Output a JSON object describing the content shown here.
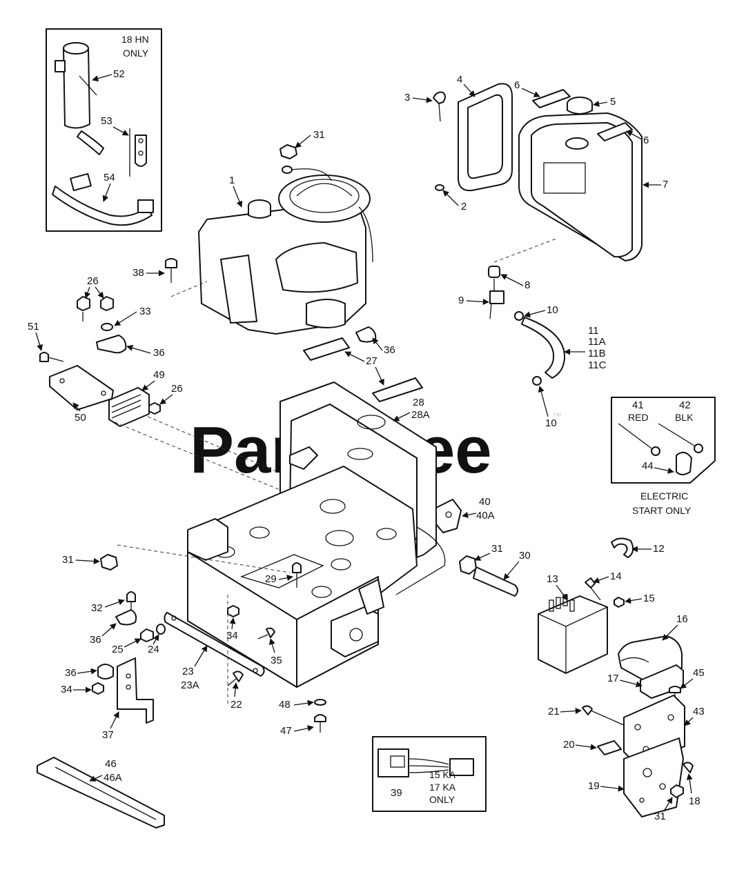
{
  "watermark": "PartsTree",
  "trademark": "™",
  "labels": [
    "1",
    "2",
    "3",
    "4",
    "5",
    "6",
    "6",
    "7",
    "8",
    "9",
    "10",
    "10",
    "11",
    "11A",
    "11B",
    "11C",
    "12",
    "13",
    "14",
    "15",
    "16",
    "17",
    "18",
    "19",
    "20",
    "21",
    "22",
    "23",
    "23A",
    "24",
    "25",
    "26",
    "26",
    "27",
    "28",
    "28A",
    "29",
    "30",
    "31",
    "31",
    "31",
    "31",
    "32",
    "33",
    "34",
    "34",
    "35",
    "36",
    "36",
    "36",
    "36",
    "37",
    "38",
    "39",
    "40",
    "40A",
    "41",
    "42",
    "43",
    "44",
    "45",
    "46",
    "46A",
    "47",
    "48",
    "49",
    "50",
    "51",
    "52",
    "53",
    "54"
  ],
  "insets": {
    "hn": {
      "line1": "18 HN",
      "line2": "ONLY"
    },
    "electric": {
      "red": "RED",
      "blk": "BLK",
      "line1": "ELECTRIC",
      "line2": "START ONLY"
    },
    "ka": {
      "line1": "15 KA",
      "line2": "17 KA",
      "line3": "ONLY"
    }
  },
  "colors": {
    "line": "#111111",
    "watermark": "#d9d9d9",
    "background": "#ffffff"
  }
}
